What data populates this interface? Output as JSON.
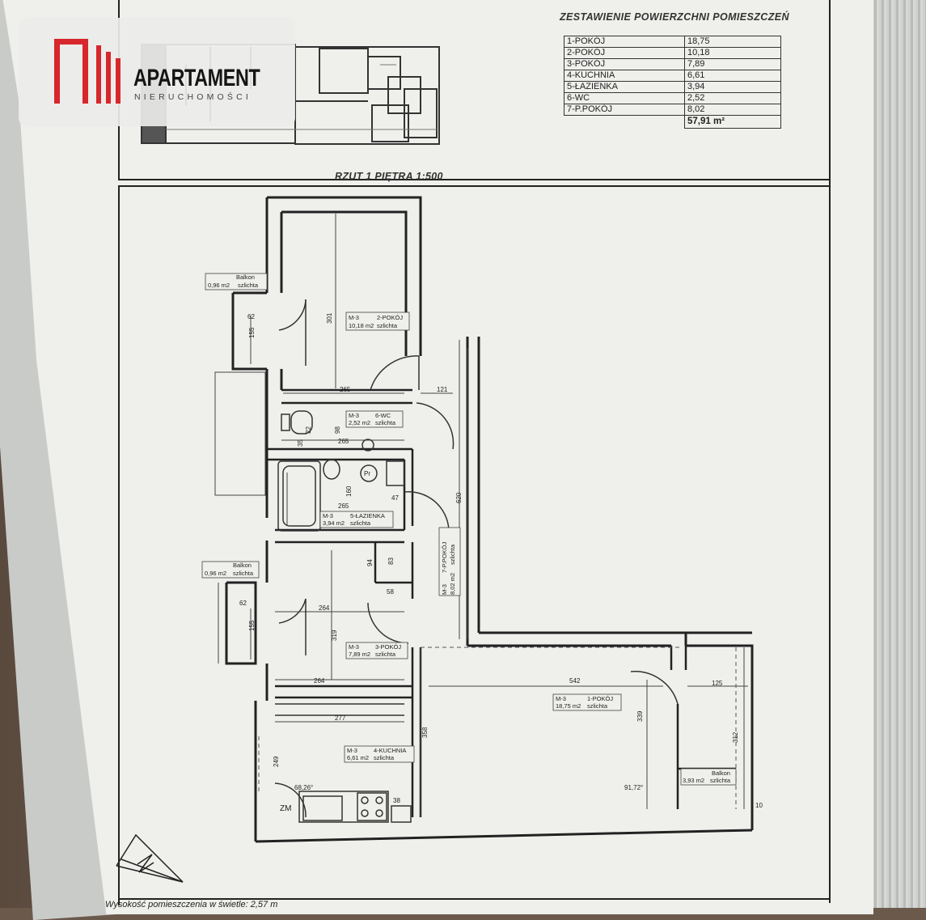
{
  "brand": {
    "name": "APARTAMENT",
    "subtitle": "NIERUCHOMOŚCI",
    "accent_color": "#d7262c"
  },
  "summary": {
    "title": "ZESTAWIENIE POWIERZCHNI POMIESZCZEŃ",
    "rows": [
      {
        "name": "1-POKÓJ",
        "area": "18,75"
      },
      {
        "name": "2-POKÓJ",
        "area": "10,18"
      },
      {
        "name": "3-POKÓJ",
        "area": "7,89"
      },
      {
        "name": "4-KUCHNIA",
        "area": "6,61"
      },
      {
        "name": "5-ŁAZIENKA",
        "area": "3,94"
      },
      {
        "name": "6-WC",
        "area": "2,52"
      },
      {
        "name": "7-P.POKÓJ",
        "area": "8,02"
      }
    ],
    "total": "57,91 m²"
  },
  "plan_title": "RZUT 1 PIĘTRA 1:500",
  "rooms": {
    "pokoj2": {
      "code": "M-3",
      "name": "2-POKÓJ",
      "area": "10,18 m2",
      "finish": "szlichta"
    },
    "wc": {
      "code": "M-3",
      "name": "6-WC",
      "area": "2,52 m2",
      "finish": "szlichta"
    },
    "lazienka": {
      "code": "M-3",
      "name": "5-ŁAZIENKA",
      "area": "3,94 m2",
      "finish": "szlichta"
    },
    "ppokoj": {
      "code": "M-3",
      "name": "7-P.POKÓJ",
      "area": "8,02 m2",
      "finish": "szlichta"
    },
    "pokoj3": {
      "code": "M-3",
      "name": "3-POKÓJ",
      "area": "7,89 m2",
      "finish": "szlichta"
    },
    "pokoj1": {
      "code": "M-3",
      "name": "1-POKÓJ",
      "area": "18,75 m2",
      "finish": "szlichta"
    },
    "kuchnia": {
      "code": "M-3",
      "name": "4-KUCHNIA",
      "area": "6,61 m2",
      "finish": "szlichta"
    }
  },
  "balconies": [
    {
      "name": "Balkon",
      "area": "0,96 m2",
      "finish": "szlichta"
    },
    {
      "name": "Balkon",
      "area": "0,96 m2",
      "finish": "szlichta"
    },
    {
      "name": "Balkon",
      "area": "3,93 m2",
      "finish": "szlichta"
    }
  ],
  "dimensions": [
    "301",
    "265",
    "121",
    "155",
    "62",
    "98",
    "265",
    "35",
    "22",
    "160",
    "265",
    "47",
    "620",
    "94",
    "83",
    "58",
    "264",
    "319",
    "264",
    "277",
    "358",
    "542",
    "339",
    "125",
    "312",
    "249",
    "38",
    "10",
    "155",
    "62"
  ],
  "angles": [
    "68,26°",
    "91,72°"
  ],
  "fixtures": {
    "zm": "ZM",
    "pr": "Pr"
  },
  "footer": "Wysokość pomieszczenia w świetle: 2,57 m"
}
